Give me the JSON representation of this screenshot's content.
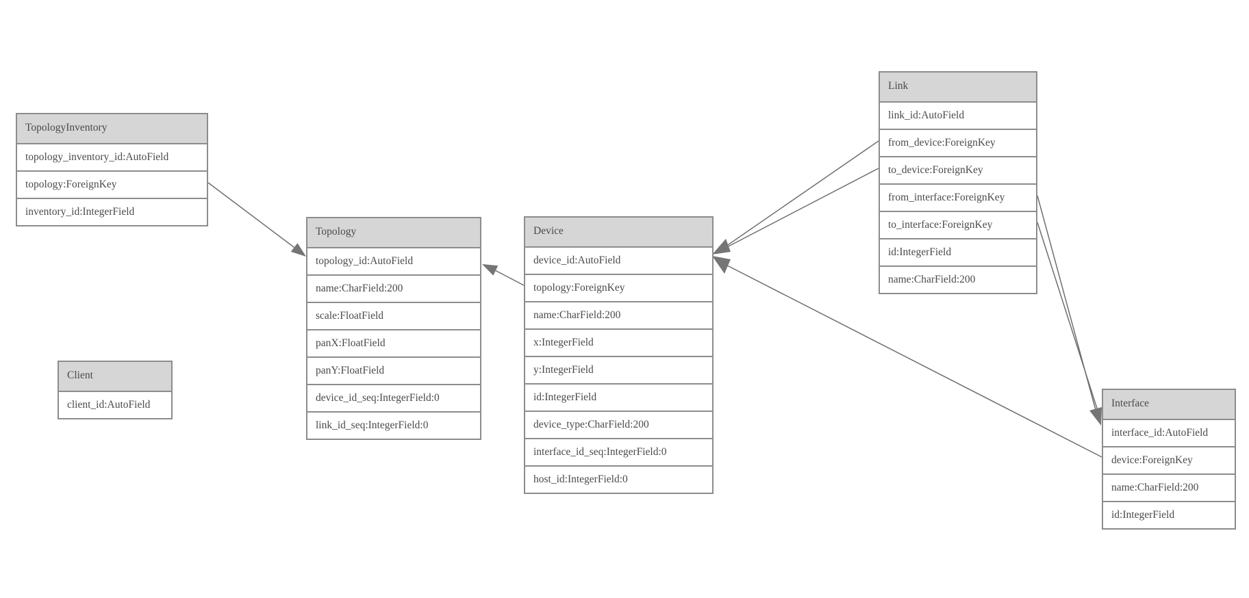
{
  "diagram": {
    "type": "entity-relationship-model-graph",
    "colors": {
      "box_border": "#8c8c8c",
      "header_fill": "#d6d6d6",
      "row_fill": "#ffffff",
      "text": "#4a4a4a",
      "edge": "#6e6e6e",
      "arrowhead": "#757575",
      "background": "#ffffff"
    },
    "entities": [
      {
        "name": "TopologyInventory",
        "fields": [
          "topology_inventory_id:AutoField",
          "topology:ForeignKey",
          "inventory_id:IntegerField"
        ]
      },
      {
        "name": "Topology",
        "fields": [
          "topology_id:AutoField",
          "name:CharField:200",
          "scale:FloatField",
          "panX:FloatField",
          "panY:FloatField",
          "device_id_seq:IntegerField:0",
          "link_id_seq:IntegerField:0"
        ]
      },
      {
        "name": "Client",
        "fields": [
          "client_id:AutoField"
        ]
      },
      {
        "name": "Device",
        "fields": [
          "device_id:AutoField",
          "topology:ForeignKey",
          "name:CharField:200",
          "x:IntegerField",
          "y:IntegerField",
          "id:IntegerField",
          "device_type:CharField:200",
          "interface_id_seq:IntegerField:0",
          "host_id:IntegerField:0"
        ]
      },
      {
        "name": "Link",
        "fields": [
          "link_id:AutoField",
          "from_device:ForeignKey",
          "to_device:ForeignKey",
          "from_interface:ForeignKey",
          "to_interface:ForeignKey",
          "id:IntegerField",
          "name:CharField:200"
        ]
      },
      {
        "name": "Interface",
        "fields": [
          "interface_id:AutoField",
          "device:ForeignKey",
          "name:CharField:200",
          "id:IntegerField"
        ]
      }
    ],
    "relations": [
      {
        "from": "TopologyInventory.topology",
        "to": "Topology.topology_id"
      },
      {
        "from": "Device.topology",
        "to": "Topology.topology_id"
      },
      {
        "from": "Link.from_device",
        "to": "Device.device_id"
      },
      {
        "from": "Link.to_device",
        "to": "Device.device_id"
      },
      {
        "from": "Link.from_interface",
        "to": "Interface.interface_id"
      },
      {
        "from": "Link.to_interface",
        "to": "Interface.interface_id"
      },
      {
        "from": "Interface.device",
        "to": "Device.device_id"
      }
    ]
  }
}
